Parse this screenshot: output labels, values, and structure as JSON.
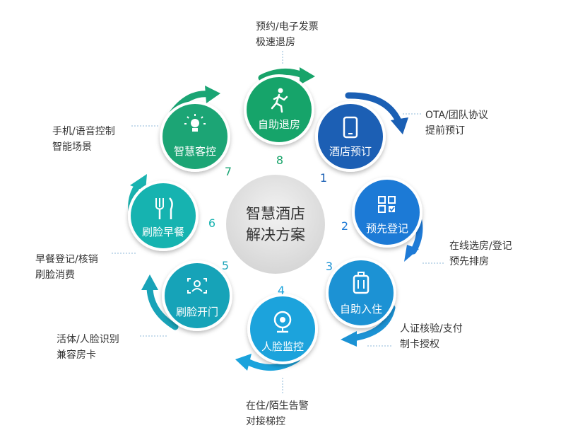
{
  "center": {
    "line1": "智慧酒店",
    "line2": "解决方案"
  },
  "nodes": [
    {
      "id": "booking",
      "number": "1",
      "label": "酒店预订",
      "icon": "smartphone-icon",
      "color": "#1a5fb4",
      "desc": [
        "OTA/团队协议",
        "提前预订"
      ]
    },
    {
      "id": "precheck",
      "number": "2",
      "label": "预先登记",
      "icon": "grid-check-icon",
      "color": "#1e7ad6",
      "desc": [
        "在线选房/登记",
        "预先排房"
      ]
    },
    {
      "id": "selfin",
      "number": "3",
      "label": "自助入住",
      "icon": "luggage-icon",
      "color": "#1b92d4",
      "desc": [
        "人证核验/支付",
        "制卡授权"
      ]
    },
    {
      "id": "monitor",
      "number": "4",
      "label": "人脸监控",
      "icon": "webcam-icon",
      "color": "#1ba3dc",
      "desc": [
        "在住/陌生告警",
        "对接梯控"
      ]
    },
    {
      "id": "door",
      "number": "5",
      "label": "刷脸开门",
      "icon": "face-scan-icon",
      "color": "#19a3b8",
      "desc": [
        "活体/人脸识别",
        "兼容房卡"
      ]
    },
    {
      "id": "breakfast",
      "number": "6",
      "label": "刷脸早餐",
      "icon": "fork-knife-icon",
      "color": "#19b3b0",
      "desc": [
        "早餐登记/核销",
        "刷脸消费"
      ]
    },
    {
      "id": "control",
      "number": "7",
      "label": "智慧客控",
      "icon": "bulb-icon",
      "color": "#1aa574",
      "desc": [
        "手机/语音控制",
        "智能场景"
      ]
    },
    {
      "id": "checkout",
      "number": "8",
      "label": "自助退房",
      "icon": "running-person-icon",
      "color": "#18a46a",
      "desc": [
        "预约/电子发票",
        "极速退房"
      ]
    }
  ]
}
